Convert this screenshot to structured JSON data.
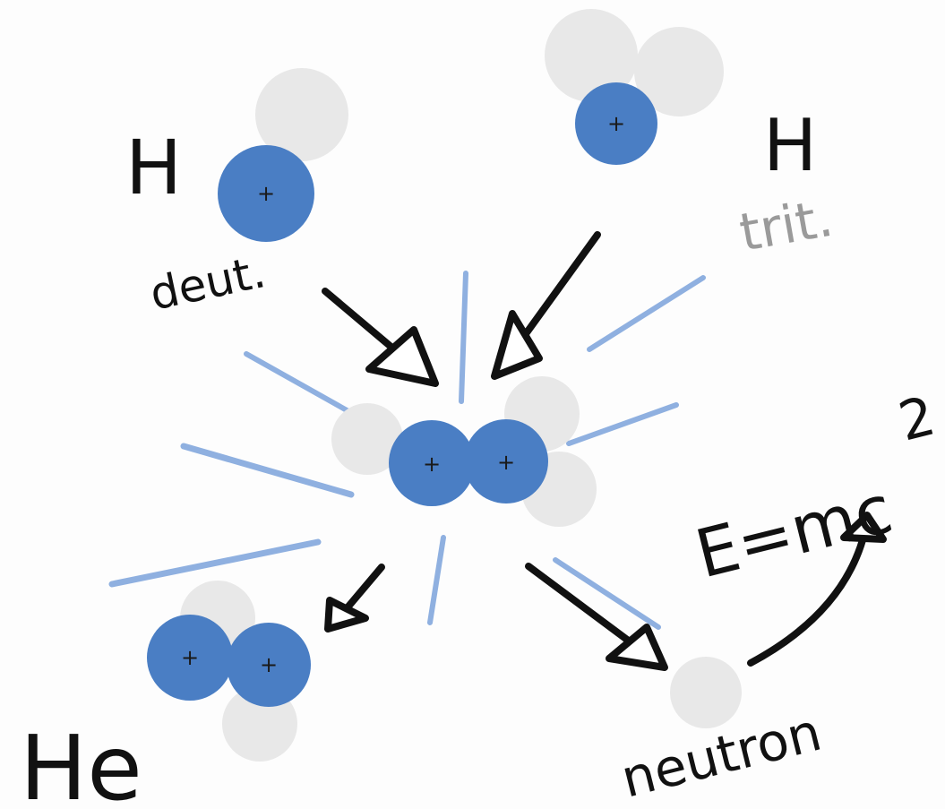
{
  "colors": {
    "proton": "#4a7ec4",
    "neutron": "#e8e8e8",
    "arrow": "#111111",
    "energy_ray": "#8fb0e0",
    "light_label": "#9a9a9a"
  },
  "labels": {
    "deuterium_symbol": "H",
    "deuterium_name": "deut.",
    "tritium_symbol": "H",
    "tritium_name": "trit.",
    "helium_symbol": "He",
    "neutron_name": "neutron",
    "energy_equation": "E=mc",
    "energy_exponent": "2",
    "proton_charge": "+"
  }
}
